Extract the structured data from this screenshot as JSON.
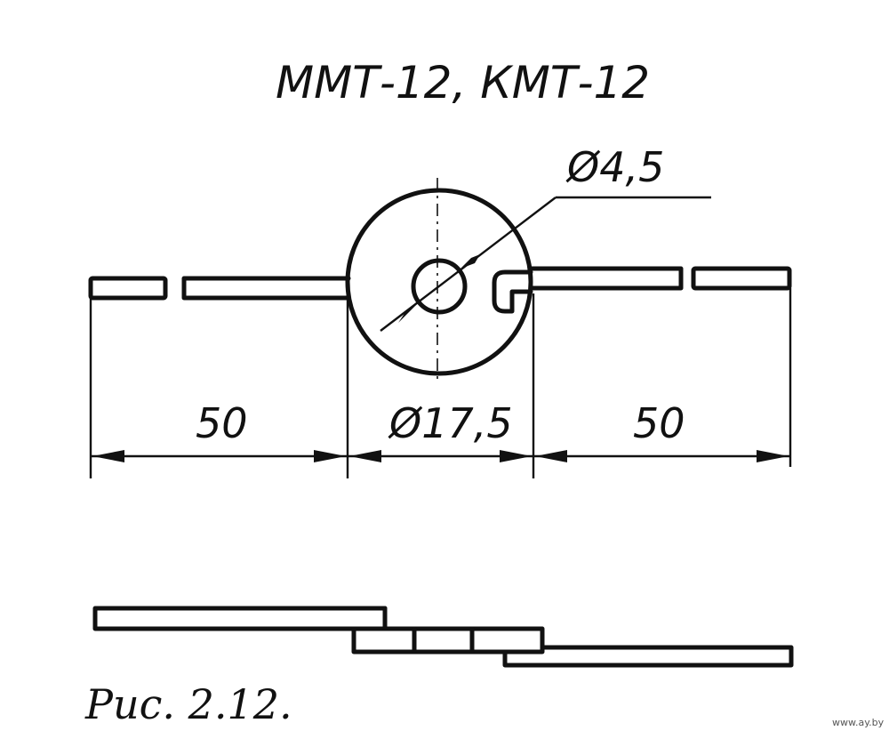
{
  "title": "ММТ-12, КМТ-12",
  "dimensions": {
    "hole_diameter": "Ø4,5",
    "disc_diameter": "Ø17,5",
    "left_lead_length": "50",
    "right_lead_length": "50"
  },
  "caption": "Рис.  2.12.",
  "watermark": "www.ay.by",
  "colors": {
    "ink": "#111111",
    "paper": "#ffffff"
  }
}
